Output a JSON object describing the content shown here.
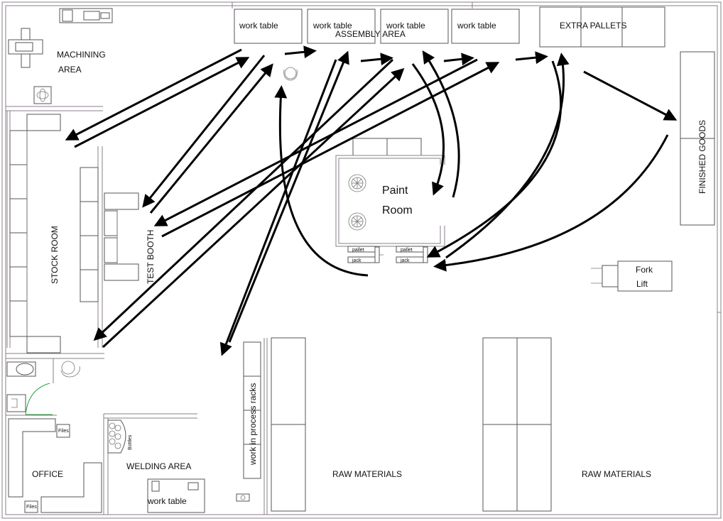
{
  "colors": {
    "walls": "#8a7f8a",
    "flow_arrows": "#000000",
    "furniture": "#555555",
    "door_swing": "#2e9e3e"
  },
  "labels": {
    "work_table_1": "work table",
    "work_table_2": "work table",
    "work_table_3": "work table",
    "work_table_4": "work table",
    "assembly_area": "ASSEMBLY AREA",
    "extra_pallets": "EXTRA PALLETS",
    "machining_1": "MACHINING",
    "machining_2": "AREA",
    "finished_goods": "FINISHED GOODS",
    "stock_room": "STOCK ROOM",
    "test_booth": "TEST BOOTH",
    "paint_1": "Paint",
    "paint_2": "Room",
    "pallet_1": "pallet",
    "jack_1": "jack",
    "pallet_2": "pallet",
    "jack_2": "jack",
    "fork": "Fork",
    "lift": "Lift",
    "wip_racks": "work in process racks",
    "raw_materials_1": "RAW MATERIALS",
    "raw_materials_2": "RAW MATERIALS",
    "office": "OFFICE",
    "files_1": "Files",
    "files_2": "Files",
    "welding_area": "WELDING AREA",
    "bottles": "Bottles",
    "work_table_weld": "work table"
  },
  "icons": [
    "machine-tool-icon",
    "office-chair-icon",
    "fan-icon",
    "worker-chair-icon",
    "paint-fan-icon",
    "toilet-icon",
    "sink-icon",
    "gas-bottle-icon",
    "vise-icon",
    "forklift-icon",
    "pallet-jack-icon"
  ]
}
